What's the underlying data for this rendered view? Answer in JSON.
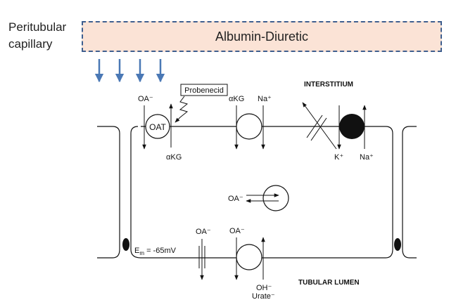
{
  "capillary": {
    "line1": "Peritubular",
    "line2": "capillary"
  },
  "albumin_box": {
    "label": "Albumin-Diuretic",
    "fill": "#fbe3d6",
    "border": "#3f5f8f"
  },
  "arrow_color": "#4a78b5",
  "labels": {
    "interstitium": "INTERSTITIUM",
    "tubular_lumen": "TUBULAR LUMEN",
    "probenecid": "Probenecid",
    "oat": "OAT",
    "oa_minus": "OA⁻",
    "akg": "αKG",
    "na_plus": "Na⁺",
    "k_plus": "K⁺",
    "em_prefix": "E",
    "em_sub": "m",
    "em_value": " = -65mV",
    "oh_minus": "OH⁻",
    "urate_minus": "Urate⁻"
  }
}
